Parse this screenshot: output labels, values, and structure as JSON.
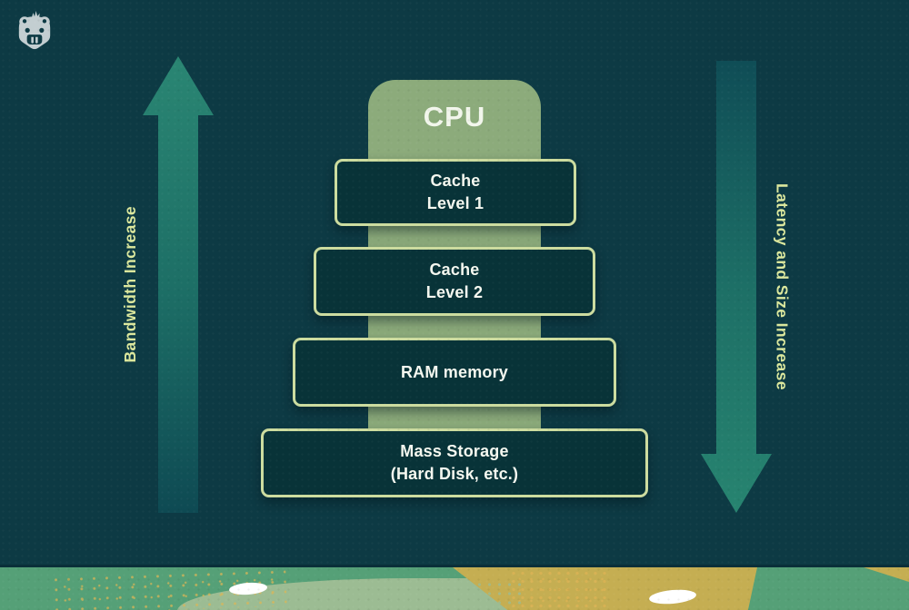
{
  "logo": {
    "icon": "beaver-mascot-icon"
  },
  "diagram": {
    "cpu_label": "CPU",
    "levels": [
      {
        "id": "cache-level-1",
        "text": "Cache\nLevel 1"
      },
      {
        "id": "cache-level-2",
        "text": "Cache\nLevel 2"
      },
      {
        "id": "ram-memory",
        "text": "RAM memory"
      },
      {
        "id": "mass-storage",
        "text": "Mass Storage\n(Hard Disk, etc.)"
      }
    ],
    "left_axis": {
      "label": "Bandwidth Increase",
      "direction": "up"
    },
    "right_axis": {
      "label": "Latency and Size Increase",
      "direction": "down"
    }
  },
  "colors": {
    "background": "#0d3a44",
    "box_fill": "#083338",
    "box_border": "#ccdc9f",
    "cpu_column": "#8cab7b",
    "arrow_teal_light": "#2a8673",
    "arrow_teal_dark": "#0e4a53",
    "axis_label": "#dbe79d",
    "text": "#f5f8f0",
    "ground_green": "#55a077",
    "ground_sage": "#9cbc93",
    "ground_gold": "#c5ae52",
    "blob_white": "#ffffff"
  }
}
